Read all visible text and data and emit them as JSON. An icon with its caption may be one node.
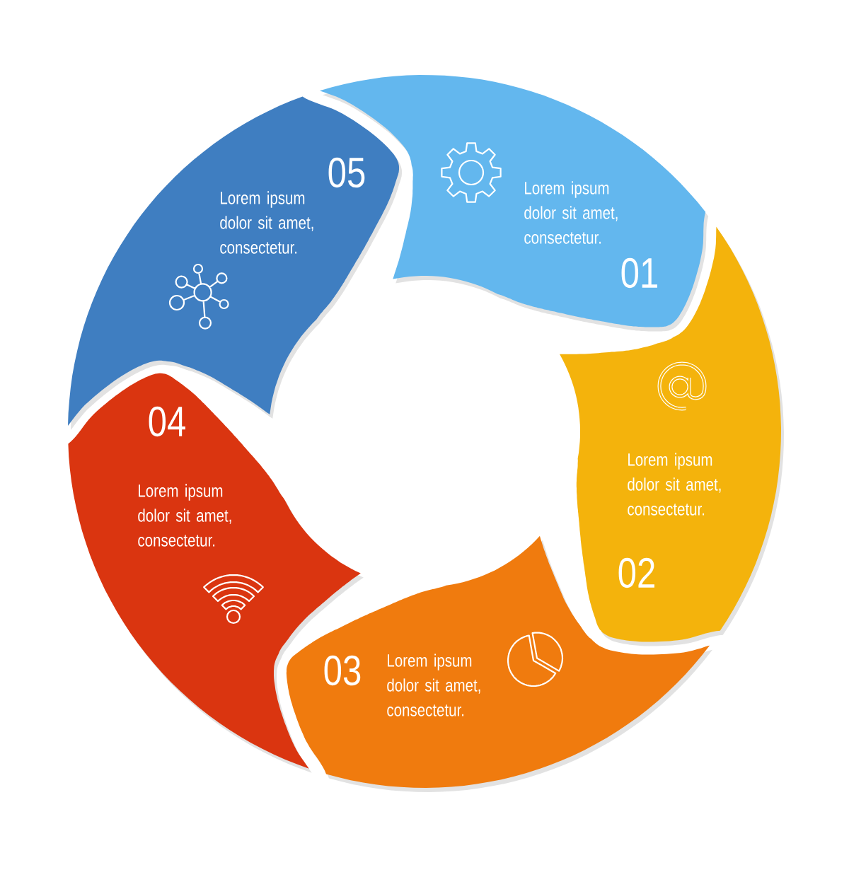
{
  "diagram": {
    "nodes": [
      {
        "text": [
          "Lorem ipsum dolor sit amet, consectetur.",
          "01"
        ]
      },
      {
        "text": [
          "Lorem ipsum dolor sit amet, consectetur.",
          "02"
        ]
      },
      {
        "text": [
          "03",
          "Lorem ipsum dolor sit amet, consectetur."
        ]
      },
      {
        "text": [
          "04",
          "Lorem ipsum dolor sit amet, consectetur."
        ]
      },
      {
        "text": [
          "05",
          "Lorem ipsum dolor sit amet, consectetur."
        ]
      }
    ]
  }
}
